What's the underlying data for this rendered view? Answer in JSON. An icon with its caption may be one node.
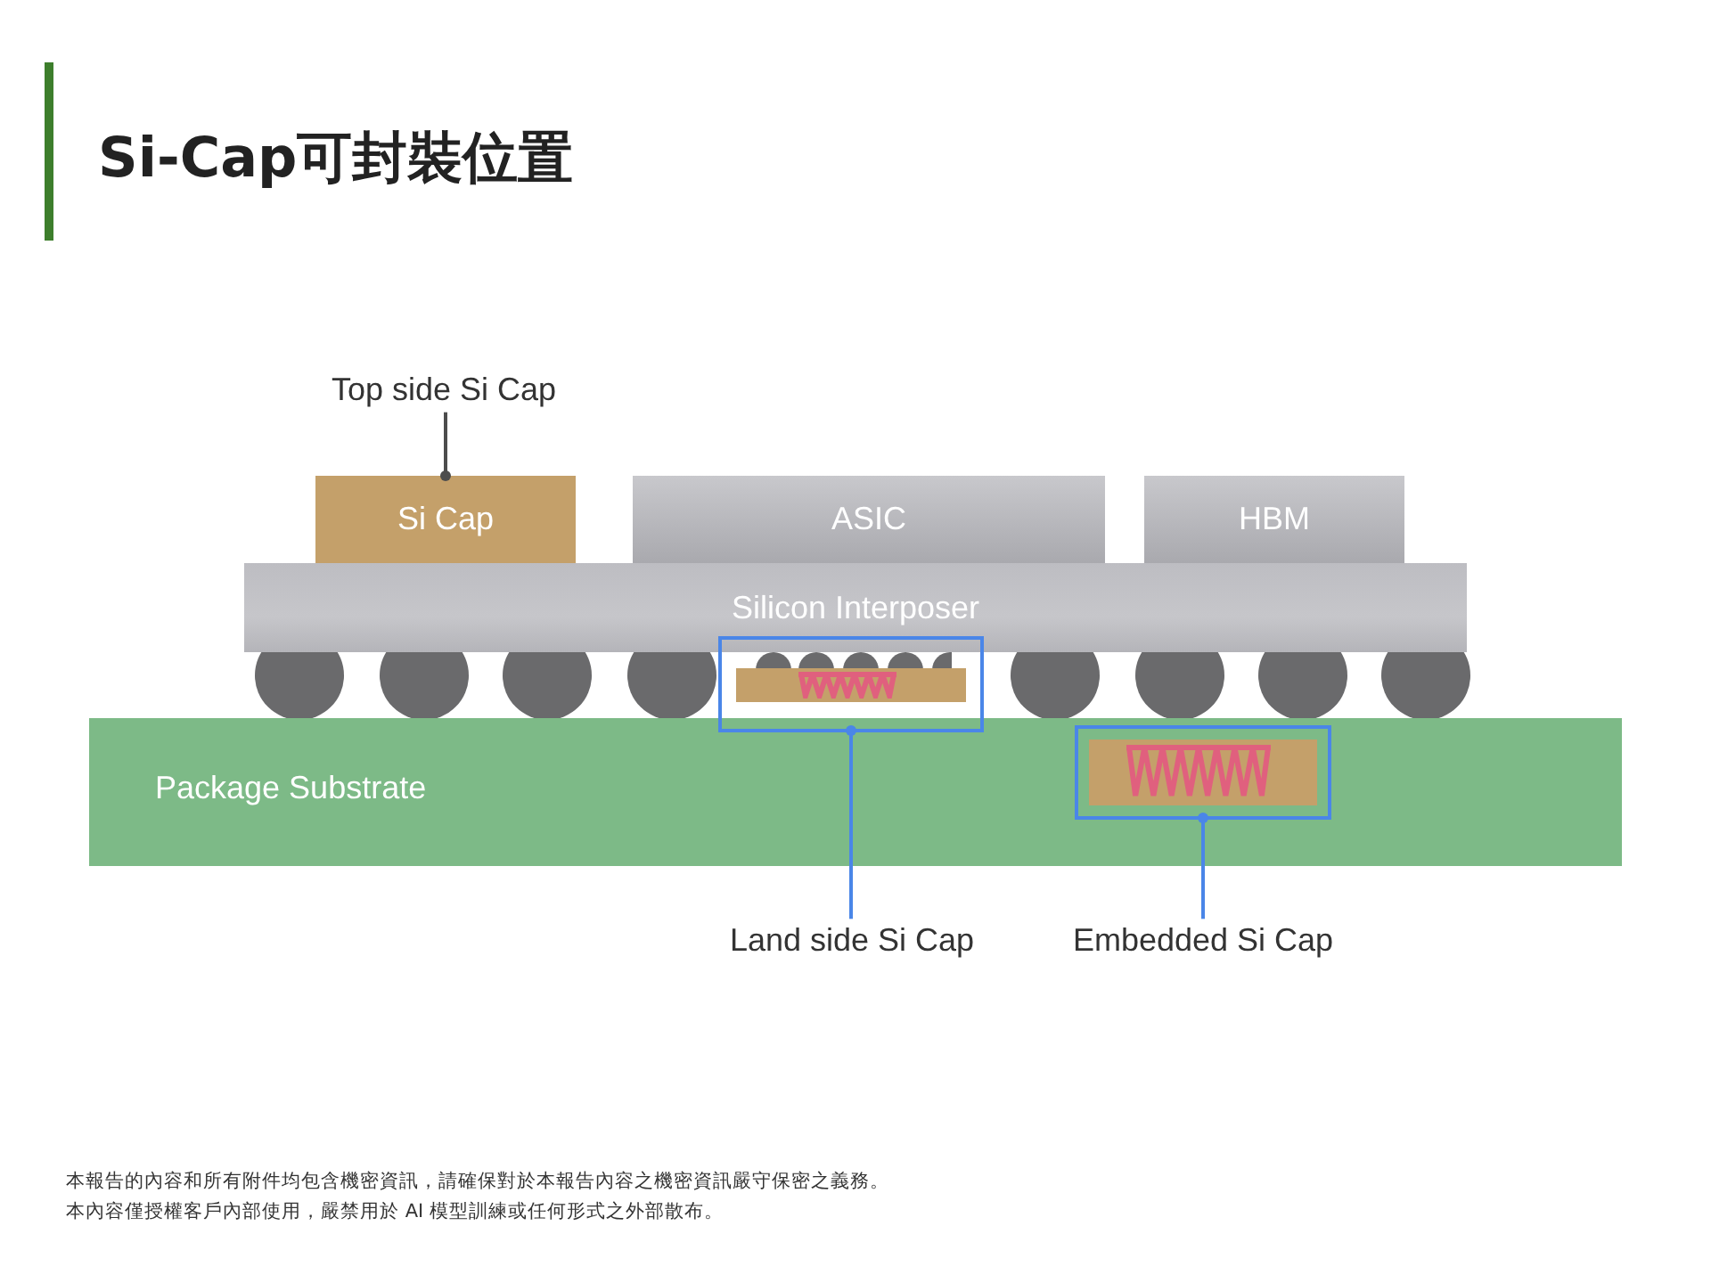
{
  "diagram": {
    "title": "Si-Cap可封裝位置",
    "nodes": [
      {
        "text": [
          "Top side Si Cap"
        ]
      },
      {
        "text": [
          "Si Cap"
        ]
      },
      {
        "text": [
          "ASIC"
        ]
      },
      {
        "text": [
          "HBM"
        ]
      },
      {
        "text": [
          "Silicon Interposer"
        ]
      },
      {
        "text": [],
        "shape": "box"
      },
      {
        "text": [],
        "shape": "box",
        "in": 5
      },
      {
        "text": [
          "Package Substrate"
        ]
      },
      {
        "text": [],
        "shape": "box",
        "in": 7
      },
      {
        "text": [],
        "shape": "box",
        "in": 8
      },
      {
        "text": [
          "Land side Si Cap"
        ]
      },
      {
        "text": [
          "Embedded Si Cap"
        ]
      }
    ],
    "edges": [
      {
        "from": 0,
        "to": 1,
        "arrow": "other",
        "color": "#4d4d4d"
      },
      {
        "from": 10,
        "to": 5,
        "arrow": "other"
      },
      {
        "from": 11,
        "to": 8,
        "arrow": "other"
      }
    ],
    "labels": [
      "本報告的內容和所有附件均包含機密資訊，請確保對於本報告內容之機密資訊嚴守保密之義務。",
      "本內容僅授權客戶內部使用，嚴禁用於 AI 模型訓練或任何形式之外部散布。"
    ]
  }
}
